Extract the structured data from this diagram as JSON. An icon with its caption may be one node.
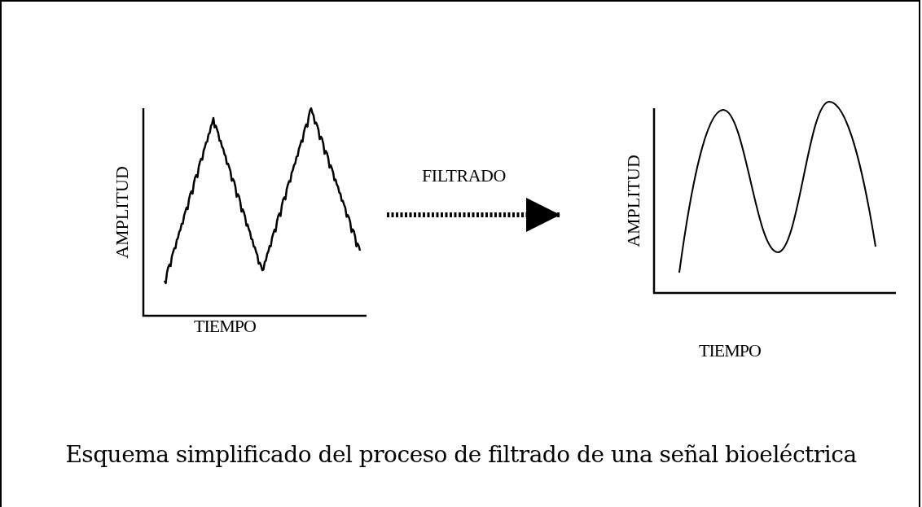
{
  "diagram": {
    "caption": "Esquema simplificado del proceso de filtrado de una señal bioeléctrica",
    "nodes": [
      {
        "text": [
          "AMPLITUD",
          "TIEMPO"
        ]
      },
      {
        "text": [
          "AMPLITUD",
          "TIEMPO"
        ]
      }
    ],
    "edges": [
      {
        "from": 0,
        "to": 1,
        "arrow": "to",
        "label": "FILTRADO",
        "style": "dashed"
      }
    ]
  }
}
